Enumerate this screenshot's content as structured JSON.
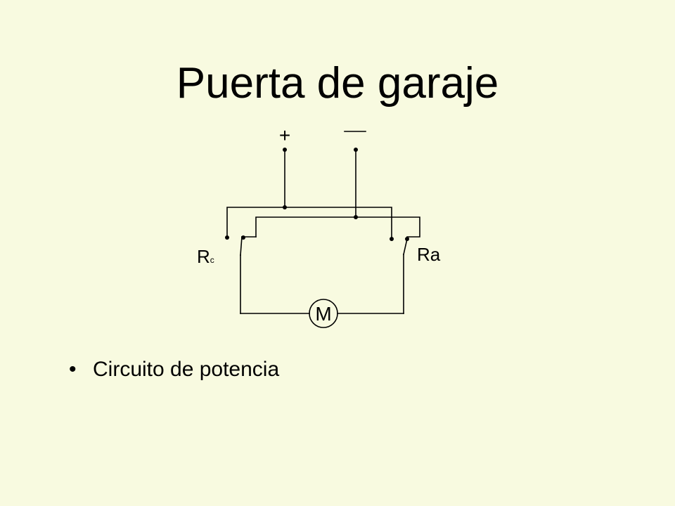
{
  "slide": {
    "title": "Puerta de garaje",
    "bullets": [
      {
        "text": "Circuito de potencia"
      }
    ]
  },
  "diagram": {
    "terminal_positive": "+",
    "terminal_negative": "—",
    "relay_close": {
      "main": "R",
      "sub": "c"
    },
    "relay_open": "Ra",
    "motor": "M"
  },
  "colors": {
    "background": "#f8fae0",
    "line": "#000000"
  }
}
